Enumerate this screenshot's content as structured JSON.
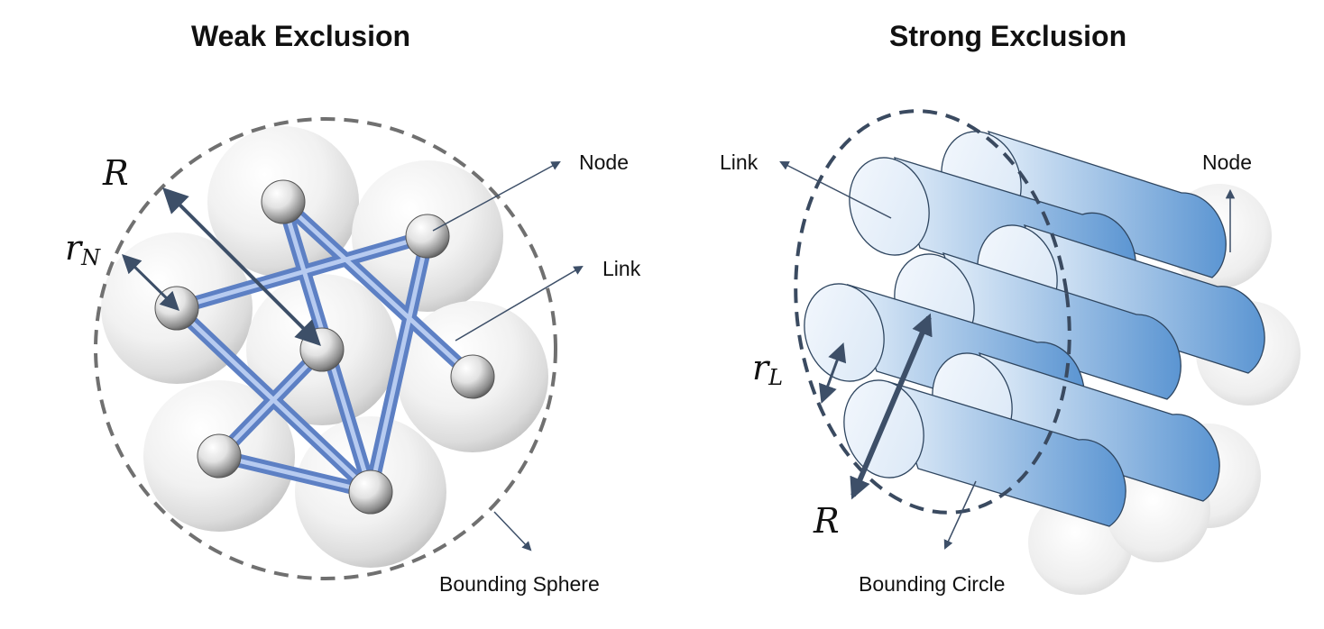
{
  "weak": {
    "title": "Weak Exclusion",
    "radius_symbol": "R",
    "node_radius_symbol": "r",
    "node_radius_sub": "N",
    "label_node": "Node",
    "label_link": "Link",
    "label_bounding": "Bounding Sphere"
  },
  "strong": {
    "title": "Strong Exclusion",
    "radius_symbol": "R",
    "link_radius_symbol": "r",
    "link_radius_sub": "L",
    "label_link": "Link",
    "label_node": "Node",
    "label_bounding": "Bounding Circle"
  },
  "colors": {
    "link_blue": "#6a8fd0",
    "cylinder_blue": "#5b9bd5",
    "dashed_gray": "#6f6f6f",
    "dashed_navy": "#3a4a60",
    "arrow_navy": "#3d4f68"
  }
}
